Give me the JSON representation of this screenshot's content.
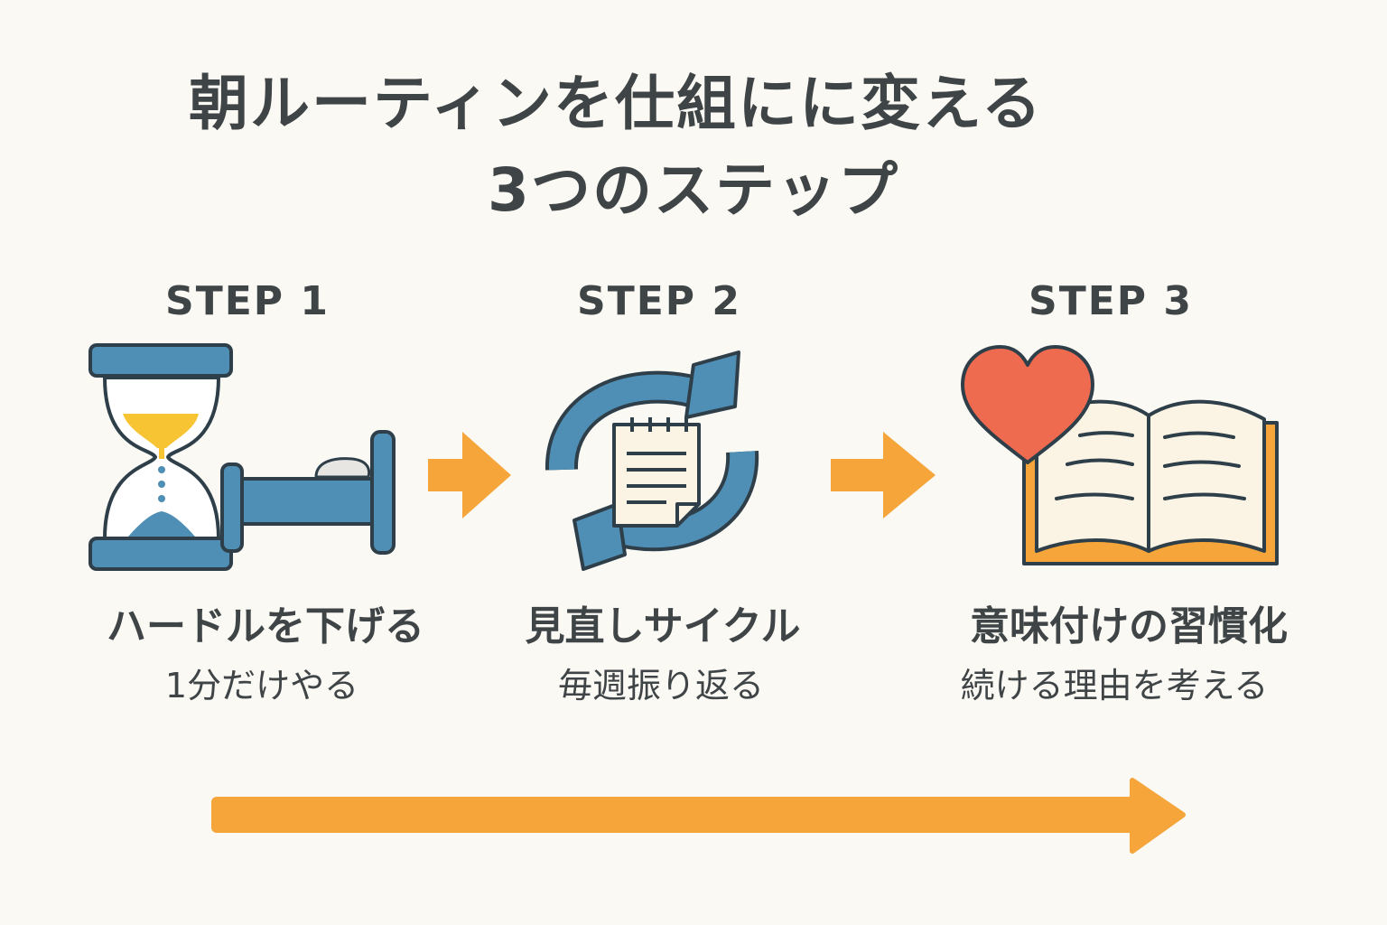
{
  "title": {
    "line1": "朝ルーティンを仕組にに変える",
    "line2": "3つのステップ"
  },
  "steps": [
    {
      "label": "STEP 1",
      "name": "ハードルを下げる",
      "description": "1分だけやる",
      "icons": [
        "hourglass-icon",
        "bed-icon"
      ]
    },
    {
      "label": "STEP 2",
      "name": "見直しサイクル",
      "description": "毎週振り返る",
      "icons": [
        "cycle-arrows-icon",
        "notepad-icon"
      ]
    },
    {
      "label": "STEP 3",
      "name": "意味付けの習慣化",
      "description": "続ける理由を考える",
      "icons": [
        "heart-icon",
        "open-book-icon"
      ]
    }
  ],
  "colors": {
    "background": "#FBF9F4",
    "text": "#3F4446",
    "blue": "#4F8FB5",
    "outline": "#2F3F4A",
    "orange": "#F5A53A",
    "sand": "#F7C433",
    "heart": "#EE6B50",
    "paper": "#FBF3E4"
  }
}
